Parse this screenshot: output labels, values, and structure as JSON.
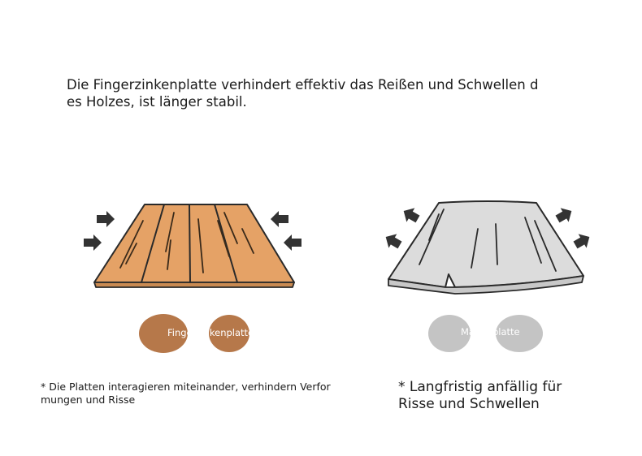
{
  "headline": {
    "line1": "Die Fingerzinkenplatte verhindert effektiv das Reißen und Schwellen d",
    "line2": "es Holzes, ist länger stabil."
  },
  "left_board": {
    "label": "Fingerzinkenplatte",
    "fill_color": "#e5a266",
    "pill_color": "#b6784a"
  },
  "right_board": {
    "label": "Massivplatte",
    "fill_color": "#dcdcdc",
    "pill_color": "#c4c4c4"
  },
  "notes": {
    "left_line1": "* Die Platten interagieren miteinander, verhindern Verfor",
    "left_line2": "mungen und Risse",
    "right_line1": "* Langfristig anfällig für",
    "right_line2": "Risse und Schwellen"
  },
  "icons": {
    "arrows_in": "arrow-inward-icon",
    "arrows_out": "arrow-outward-icon"
  }
}
